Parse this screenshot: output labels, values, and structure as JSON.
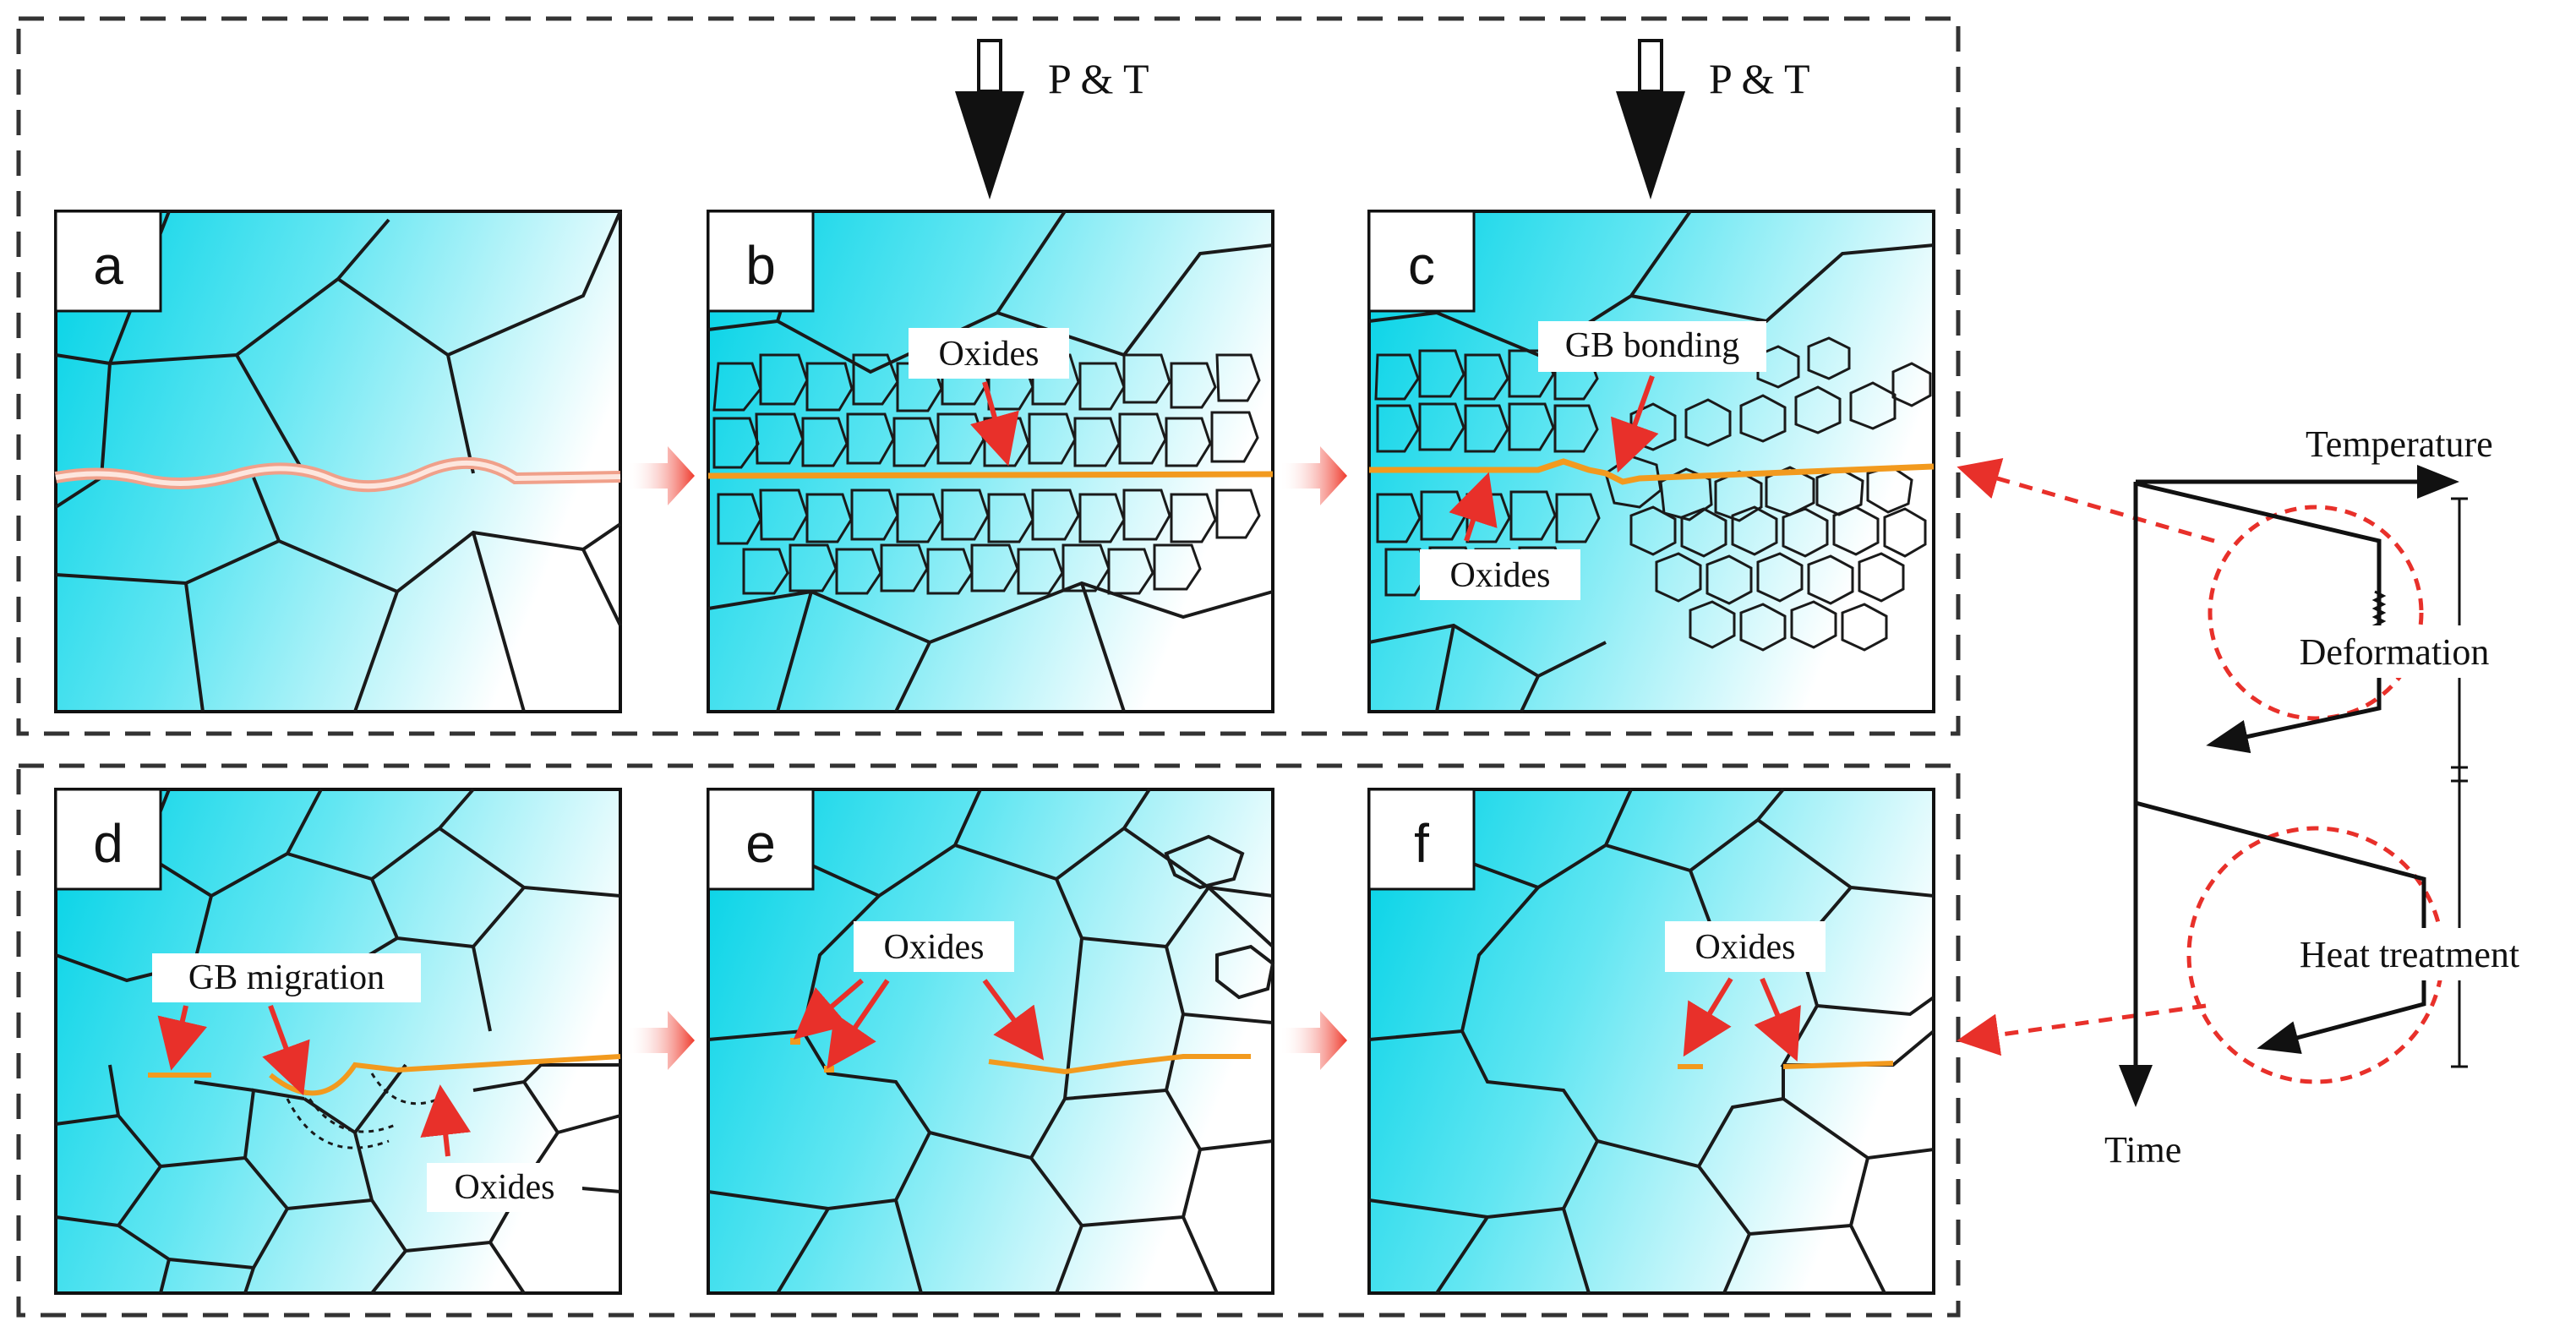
{
  "panels": {
    "a": {
      "letter": "a"
    },
    "b": {
      "letter": "b",
      "oxides": "Oxides"
    },
    "c": {
      "letter": "c",
      "gb_bonding": "GB bonding",
      "oxides": "Oxides"
    },
    "d": {
      "letter": "d",
      "gb_migration": "GB migration",
      "oxides": "Oxides"
    },
    "e": {
      "letter": "e",
      "oxides": "Oxides"
    },
    "f": {
      "letter": "f",
      "oxides": "Oxides"
    }
  },
  "load_labels": [
    "P & T",
    "P & T"
  ],
  "schematic": {
    "temperature": "Temperature",
    "time": "Time",
    "deformation": "Deformation",
    "heat_treatment": "Heat treatment"
  },
  "colors": {
    "grain_cyan": "#00d2e6",
    "grain_white": "#ffffff",
    "grain_boundary": "#1a1a1a",
    "oxide_orange": "#f29a1e",
    "arrow_red": "#e8302a",
    "dashed_frame": "#333333"
  }
}
